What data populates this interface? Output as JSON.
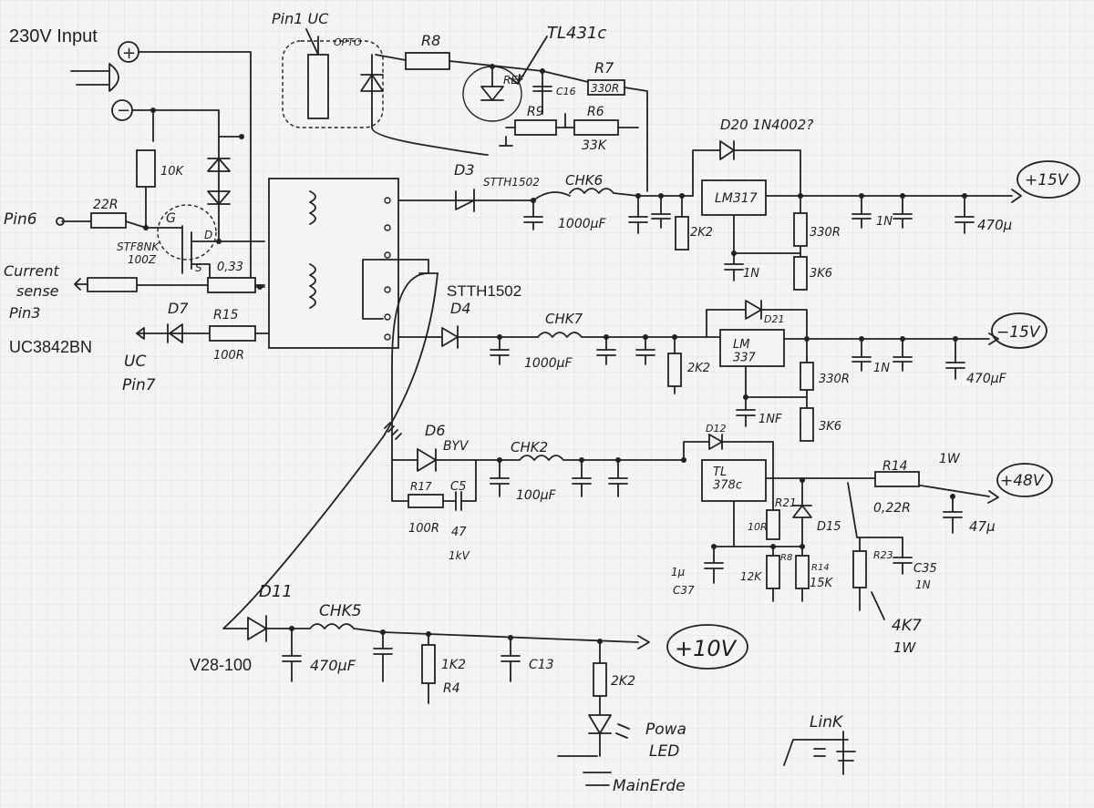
{
  "labels": {
    "input_230v": "230V Input",
    "plus_sign": "+",
    "minus_sign": "−",
    "pin1_uc": "Pin1 UC",
    "opto": "OPTO",
    "r8": "R8",
    "tl431c": "TL431c",
    "ref": "REF",
    "c16": "C16",
    "r7": "R7",
    "r7_value": "330R",
    "r9": "R9",
    "r6": "R6",
    "r6_value": "33K",
    "d20": "D20 1N4002?",
    "r10k": "10K",
    "g": "G",
    "d": "D",
    "s": "S",
    "stf": "STF8NK",
    "stf_r": "100Z",
    "r033": "0,33",
    "pin6": "Pin6",
    "r22": "22R",
    "current_sense": "Current",
    "current_sense2": "sense",
    "pin3": "Pin3",
    "uc3842bn": "UC3842BN",
    "d7": "D7",
    "r15": "R15",
    "r15_value": "100R",
    "uc": "UC",
    "pin7": "Pin7",
    "d3": "D3",
    "stth_d3": "STTH1502",
    "chk6": "CHK6",
    "c1000_a": "1000µF",
    "lm317": "LM317",
    "r2k2_a": "2K2",
    "r330_a": "330R",
    "r3k6_a": "3K6",
    "c1n_a": "1N",
    "c1n_b": "1N",
    "c470_a": "470µ",
    "out_p15": "+15V",
    "stth_d4": "STTH1502",
    "d4": "D4",
    "chk7": "CHK7",
    "c1000_b": "1000µF",
    "r2k2_b": "2K2",
    "d21": "D21",
    "lm337": "LM\n337",
    "r330_b": "330R",
    "c1n_c": "1N",
    "c470_b": "470µF",
    "out_m15": "−15V",
    "c1nf": "1NF",
    "r3k6_b": "3K6",
    "d12": "D12",
    "d6": "D6",
    "byv": "BYV",
    "chk2": "CHK2",
    "c100": "100µF",
    "tl378": "TL\n378c",
    "r1w": "1W",
    "r14": "R14",
    "r022": "0,22R",
    "out_p48": "+48V",
    "c47_a": "47µ",
    "r17": "R17",
    "c5": "C5",
    "r100r": "100R",
    "c47_b": "47",
    "c1kv": "1kV",
    "r21": "R21",
    "r10r": "10R",
    "d15": "D15",
    "r23": "R23",
    "c35": "C35",
    "c35_v": "1N",
    "rb": "R8",
    "r12k": "12K",
    "r14b": "R14",
    "r15k": "15K",
    "c37_v": "1µ",
    "c37": "C37",
    "r4k7": "4K7",
    "r4k7_w": "1W",
    "d11": "D11",
    "chk5": "CHK5",
    "v28": "V28-100",
    "c470_c": "470µF",
    "r1k2": "1K2",
    "r4": "R4",
    "c13": "C13",
    "r2k2_c": "2K2",
    "out_p10": "+10V",
    "power_led": "Powa",
    "power_led2": "LED",
    "main_erde": "MainErde",
    "link": "LinK"
  },
  "colors": {
    "ink": "#222222",
    "paper": "#f4f4f2"
  }
}
